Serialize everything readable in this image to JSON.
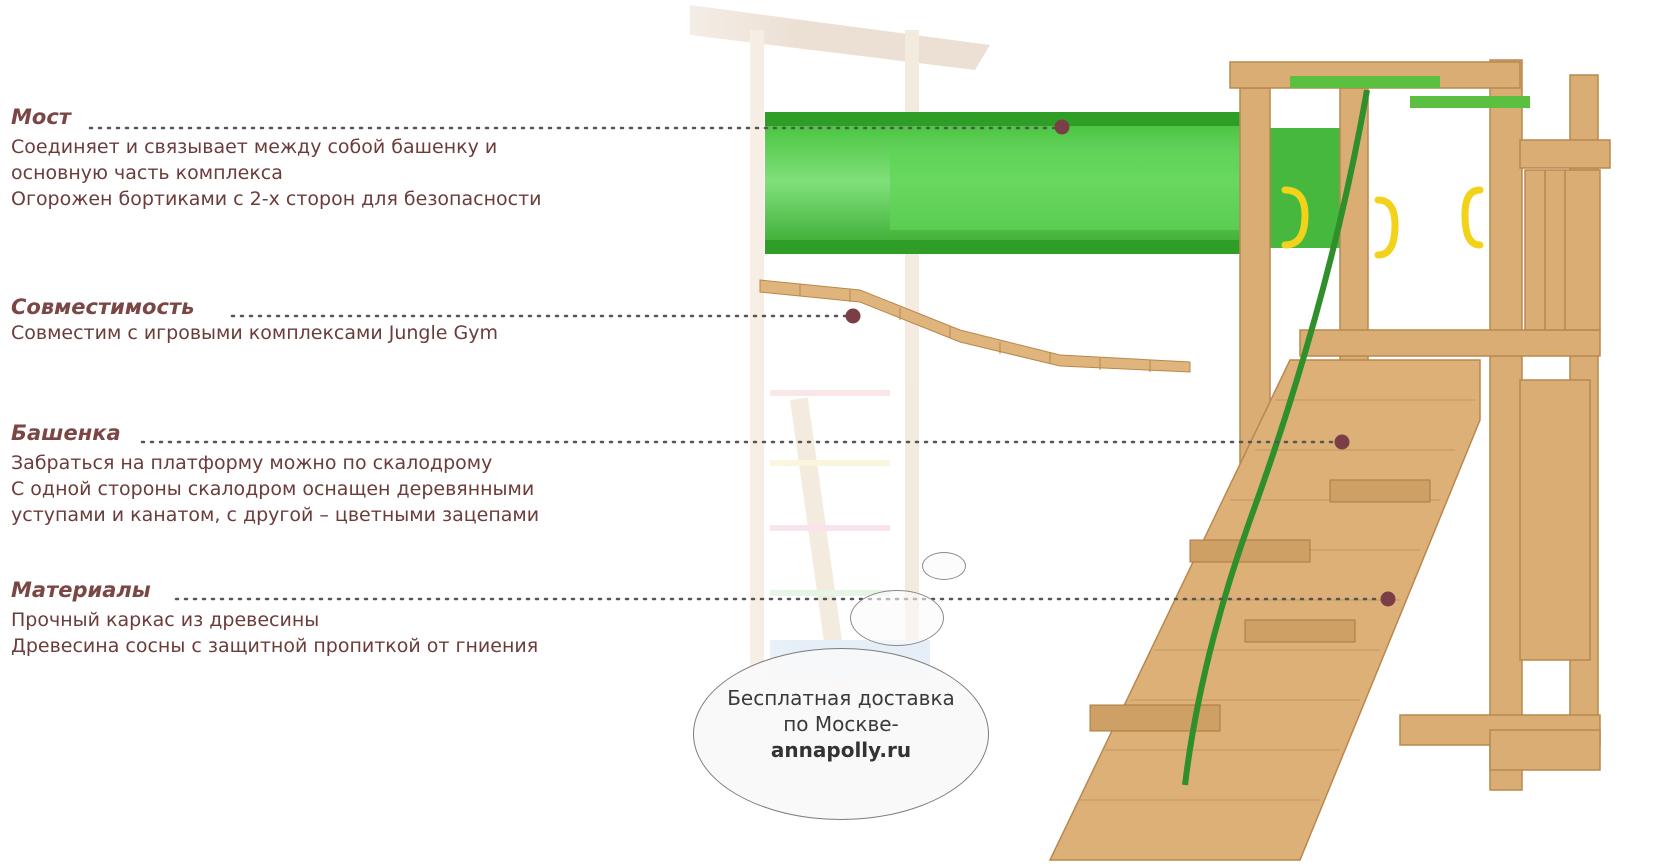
{
  "features": [
    {
      "title": "Мост",
      "lines": [
        "Соединяет и связывает между собой башенку и",
        "основную часть комплекса",
        "Огорожен бортиками с 2-х сторон для безопасности"
      ]
    },
    {
      "title": "Совместимость",
      "lines": [
        "Совместим с игровыми комплексами Jungle Gym"
      ]
    },
    {
      "title": "Башенка",
      "lines": [
        "Забраться на платформу можно по скалодрому",
        "С одной стороны скалодром оснащен деревянными",
        "уступами и канатом, с другой – цветными зацепами"
      ]
    },
    {
      "title": "Материалы",
      "lines": [
        "Прочный каркас из древесины",
        "Древесина сосны с защитной пропиткой от гниения"
      ]
    }
  ],
  "promo": {
    "line1": "Бесплатная доставка",
    "line2": "по Москве-",
    "site": "annapolly.ru"
  },
  "colors": {
    "label_text": "#7a4745",
    "leader_dot": "#7a3f46",
    "wood": "#d9ad74",
    "slide_green": "#4fc443",
    "handle_yellow": "#f2d21b"
  }
}
